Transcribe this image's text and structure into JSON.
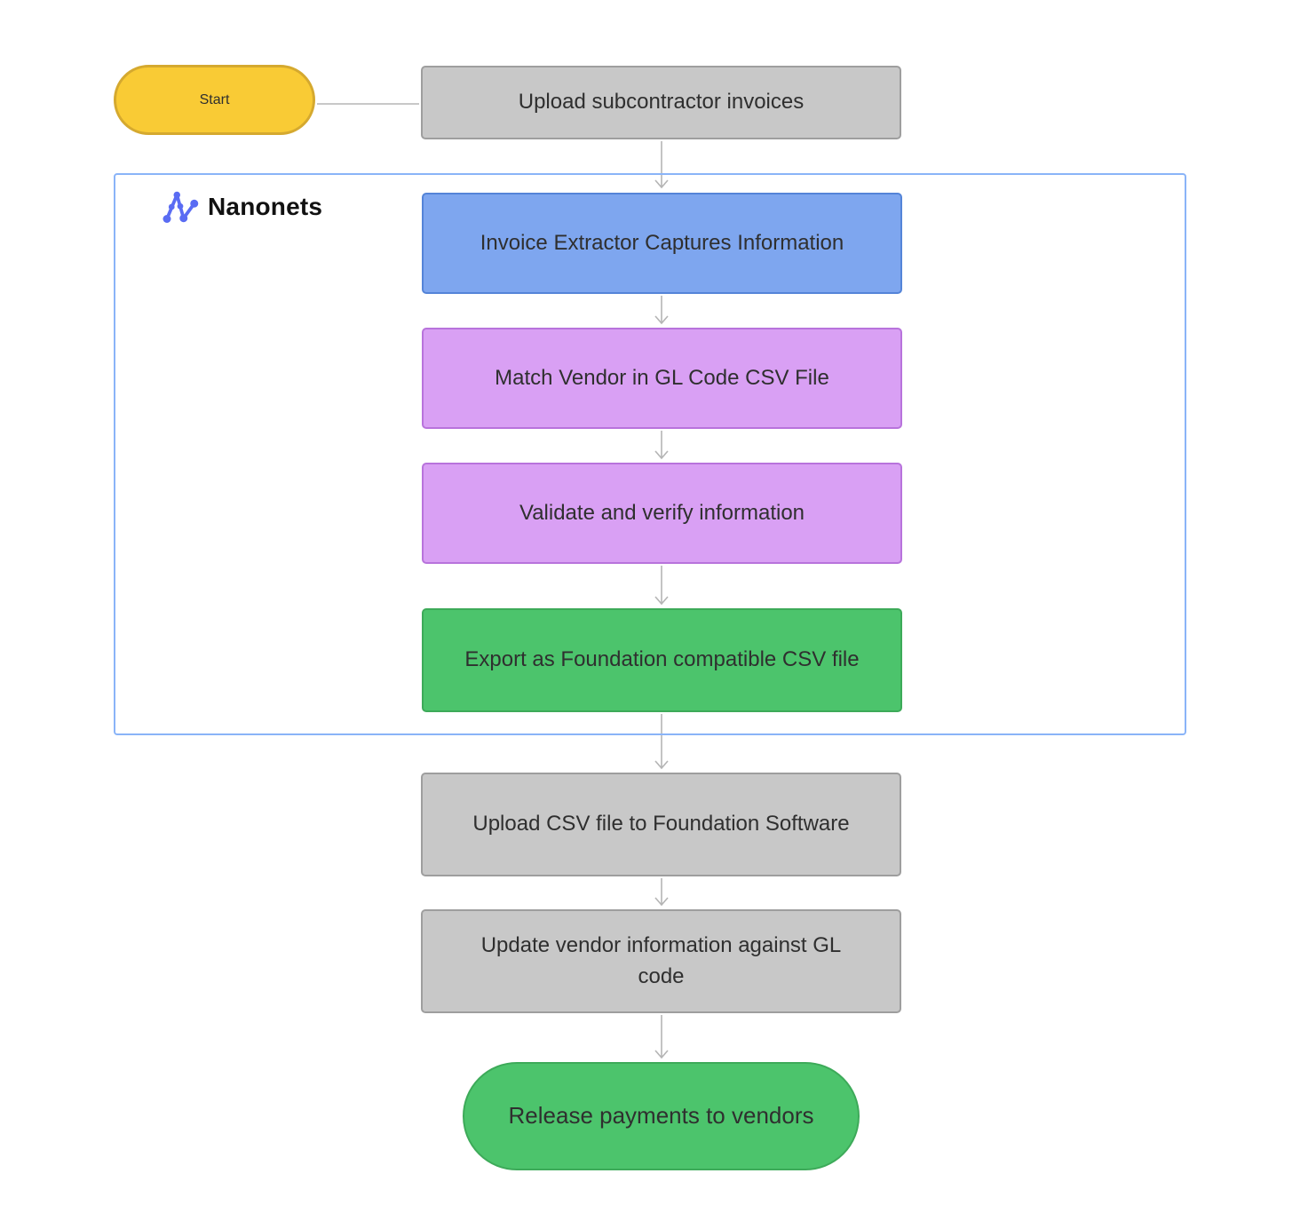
{
  "diagram": {
    "type": "flowchart",
    "background_color": "#ffffff",
    "arrow_color": "#b5b5b5",
    "brand": {
      "name": "Nanonets",
      "logo_icon": "nanonets-network-n-icon",
      "logo_color": "#5a6cf3",
      "text_color": "#111111"
    },
    "container": {
      "border_color": "#8ab4f8",
      "contains": [
        "invoice_extractor",
        "match_vendor",
        "validate_verify",
        "export_csv"
      ]
    },
    "nodes": {
      "start": {
        "label": "Start",
        "shape": "pill",
        "fill": "#f9cb35",
        "border": "#d5a92f"
      },
      "upload_invoices": {
        "label": "Upload subcontractor invoices",
        "shape": "rect",
        "fill": "#c8c8c8",
        "border": "#9e9e9e"
      },
      "invoice_extractor": {
        "label": "Invoice Extractor Captures Information",
        "shape": "rect",
        "fill": "#7ea6ef",
        "border": "#5484d8"
      },
      "match_vendor": {
        "label": "Match Vendor in GL Code CSV File",
        "shape": "rect",
        "fill": "#d9a0f4",
        "border": "#b873dc"
      },
      "validate_verify": {
        "label": "Validate and verify information",
        "shape": "rect",
        "fill": "#d9a0f4",
        "border": "#b873dc"
      },
      "export_csv": {
        "label": "Export as Foundation compatible CSV file",
        "shape": "rect",
        "fill": "#4cc46c",
        "border": "#3daa59"
      },
      "upload_csv": {
        "label": "Upload CSV file to Foundation Software",
        "shape": "rect",
        "fill": "#c8c8c8",
        "border": "#9e9e9e"
      },
      "update_vendor": {
        "label": "Update vendor information against GL code",
        "shape": "rect",
        "fill": "#c8c8c8",
        "border": "#9e9e9e"
      },
      "release_payments": {
        "label": "Release payments to vendors",
        "shape": "pill",
        "fill": "#4cc46c",
        "border": "#3daa59"
      }
    },
    "edges": [
      {
        "from": "start",
        "to": "upload_invoices",
        "arrowhead": false
      },
      {
        "from": "upload_invoices",
        "to": "invoice_extractor",
        "arrowhead": true
      },
      {
        "from": "invoice_extractor",
        "to": "match_vendor",
        "arrowhead": true
      },
      {
        "from": "match_vendor",
        "to": "validate_verify",
        "arrowhead": true
      },
      {
        "from": "validate_verify",
        "to": "export_csv",
        "arrowhead": true
      },
      {
        "from": "export_csv",
        "to": "upload_csv",
        "arrowhead": true
      },
      {
        "from": "upload_csv",
        "to": "update_vendor",
        "arrowhead": true
      },
      {
        "from": "update_vendor",
        "to": "release_payments",
        "arrowhead": true
      }
    ]
  }
}
